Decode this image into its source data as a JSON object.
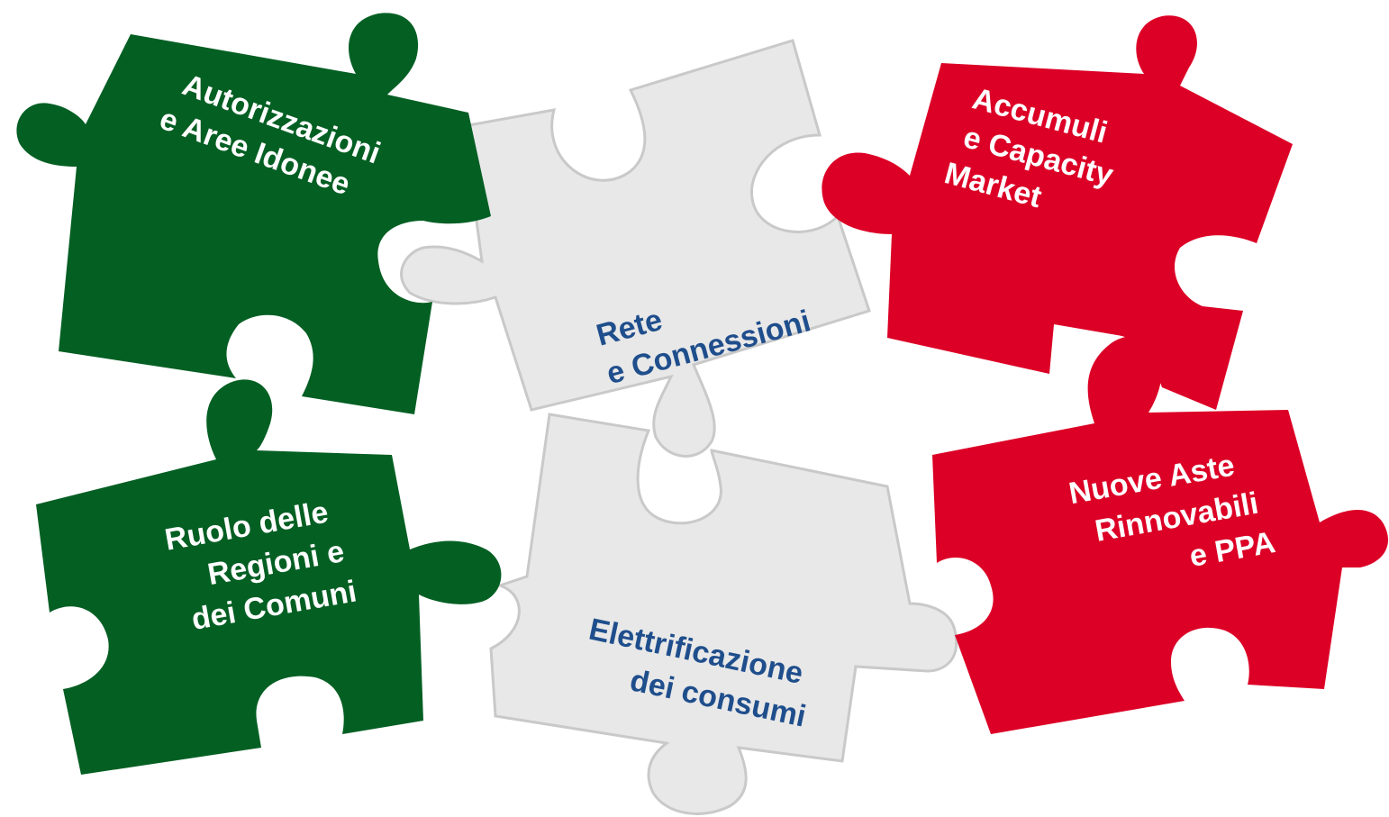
{
  "colors": {
    "green": "#045f23",
    "red": "#dc0026",
    "grey": "#e8e8e8",
    "grey_outline": "#c9c9c9",
    "white_text": "#ffffff",
    "blue_text": "#1f4e8c"
  },
  "pieces": [
    {
      "id": "autorizzazioni",
      "color": "green",
      "lines": [
        "Autorizzazioni",
        "e Aree Idonee"
      ]
    },
    {
      "id": "rete",
      "color": "grey",
      "lines": [
        "Rete",
        "e Connessioni"
      ]
    },
    {
      "id": "accumuli",
      "color": "red",
      "lines": [
        "Accumuli",
        "e Capacity",
        "Market"
      ]
    },
    {
      "id": "ruolo",
      "color": "green",
      "lines": [
        "Ruolo delle",
        "Regioni e",
        "dei Comuni"
      ]
    },
    {
      "id": "elettrificazione",
      "color": "grey",
      "lines": [
        "Elettrificazione",
        "dei consumi"
      ]
    },
    {
      "id": "nuove-aste",
      "color": "red",
      "lines": [
        "Nuove Aste",
        "Rinnovabili",
        "e PPA"
      ]
    }
  ]
}
